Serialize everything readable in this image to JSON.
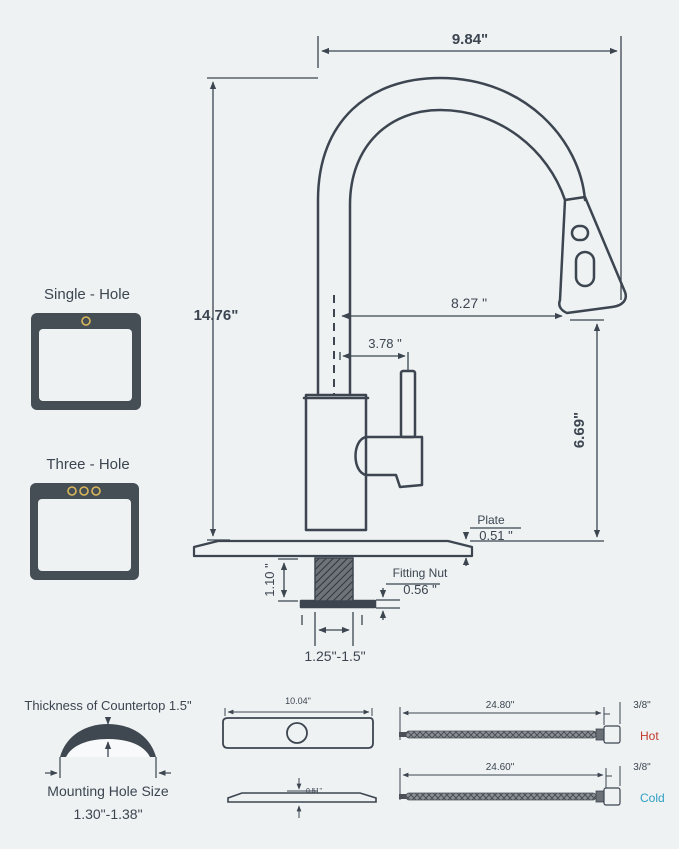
{
  "dimensions": {
    "width": "9.84\"",
    "height": "14.76\"",
    "reach": "8.27 \"",
    "spout_height": "6.69\"",
    "handle_offset": "3.78 \"",
    "plate_label": "Plate",
    "plate_value": "0.51 \"",
    "nut_label": "Fitting Nut",
    "nut_value": "0.56 \"",
    "shank_length": "1.10 \"",
    "shank_diameter": "1.25\"-1.5\""
  },
  "hole_types": {
    "single_label": "Single - Hole",
    "three_label": "Three - Hole"
  },
  "countertop": {
    "thickness": "Thickness of Countertop 1.5\"",
    "mounting_label": "Mounting Hole Size",
    "mounting_size": "1.30\"-1.38\""
  },
  "deck_plate": {
    "length": "10.04\"",
    "thickness": "0.51\""
  },
  "hoses": {
    "hot_length": "24.80\"",
    "hot_fitting": "3/8\"",
    "hot_label": "Hot",
    "cold_length": "24.60\"",
    "cold_fitting": "3/8\"",
    "cold_label": "Cold"
  },
  "colors": {
    "background": "#eef2f3",
    "line": "#3c4550",
    "hot": "#c0392b",
    "cold": "#2e9fc4"
  }
}
